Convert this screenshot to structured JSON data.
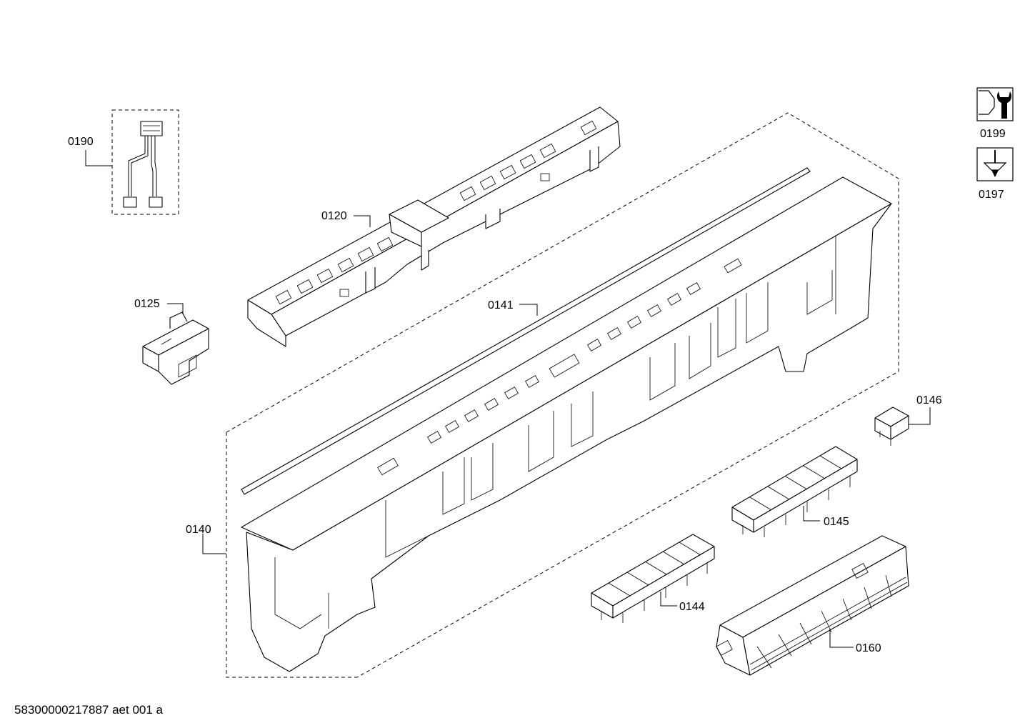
{
  "labels": {
    "p0190": "0190",
    "p0120": "0120",
    "p0125": "0125",
    "p0141": "0141",
    "p0140": "0140",
    "p0146": "0146",
    "p0145": "0145",
    "p0144": "0144",
    "p0160": "0160",
    "p0199": "0199",
    "p0197": "0197"
  },
  "footer": "58300000217887 aet 001 a"
}
